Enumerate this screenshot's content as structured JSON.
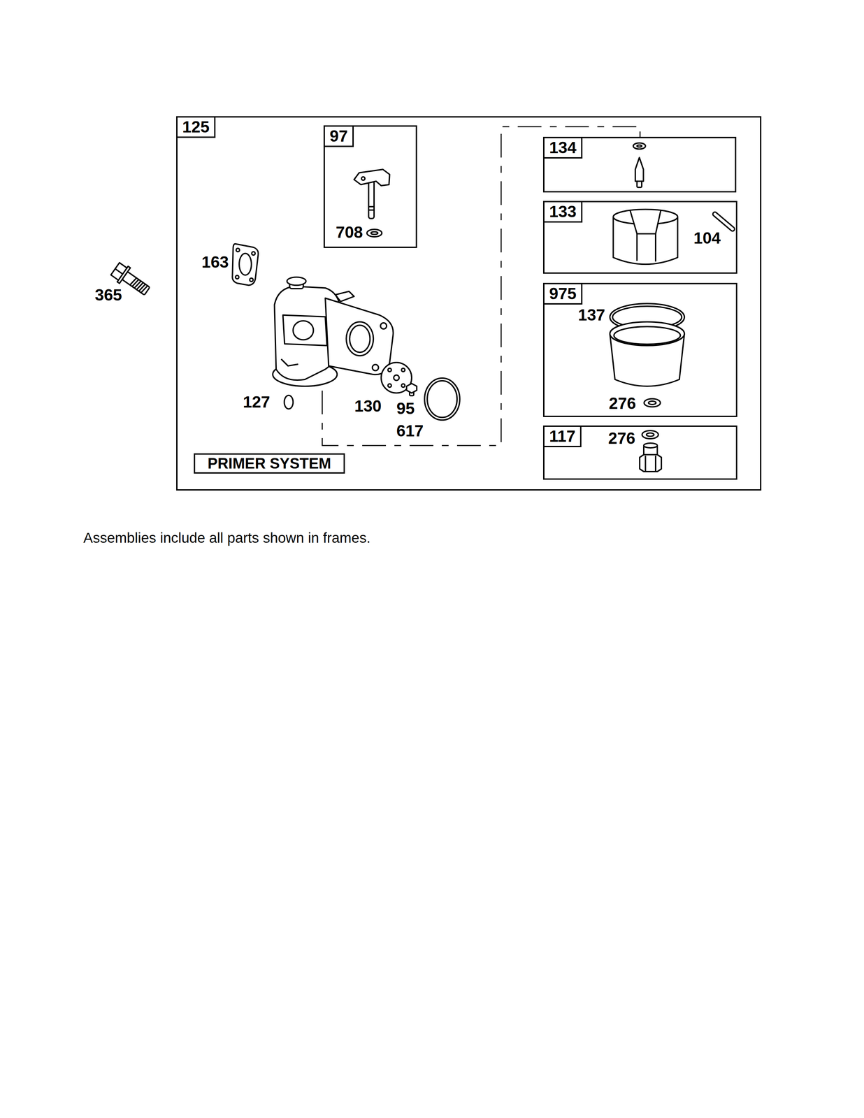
{
  "diagram": {
    "caption": "Assemblies include all parts shown in frames.",
    "nodes": [
      {
        "text": [
          "125"
        ]
      },
      {
        "text": [
          "97"
        ],
        "in": 0
      },
      {
        "text": [
          "134"
        ],
        "in": 0
      },
      {
        "text": [
          "133"
        ],
        "in": 0
      },
      {
        "text": [
          "975"
        ],
        "in": 0
      },
      {
        "text": [
          "117"
        ],
        "in": 0
      },
      {
        "text": [
          "PRIMER SYSTEM"
        ],
        "in": 0
      }
    ],
    "labels": [
      "365",
      "163",
      "708",
      "127",
      "130",
      "95",
      "617",
      "104",
      "137",
      "276",
      "276"
    ]
  }
}
